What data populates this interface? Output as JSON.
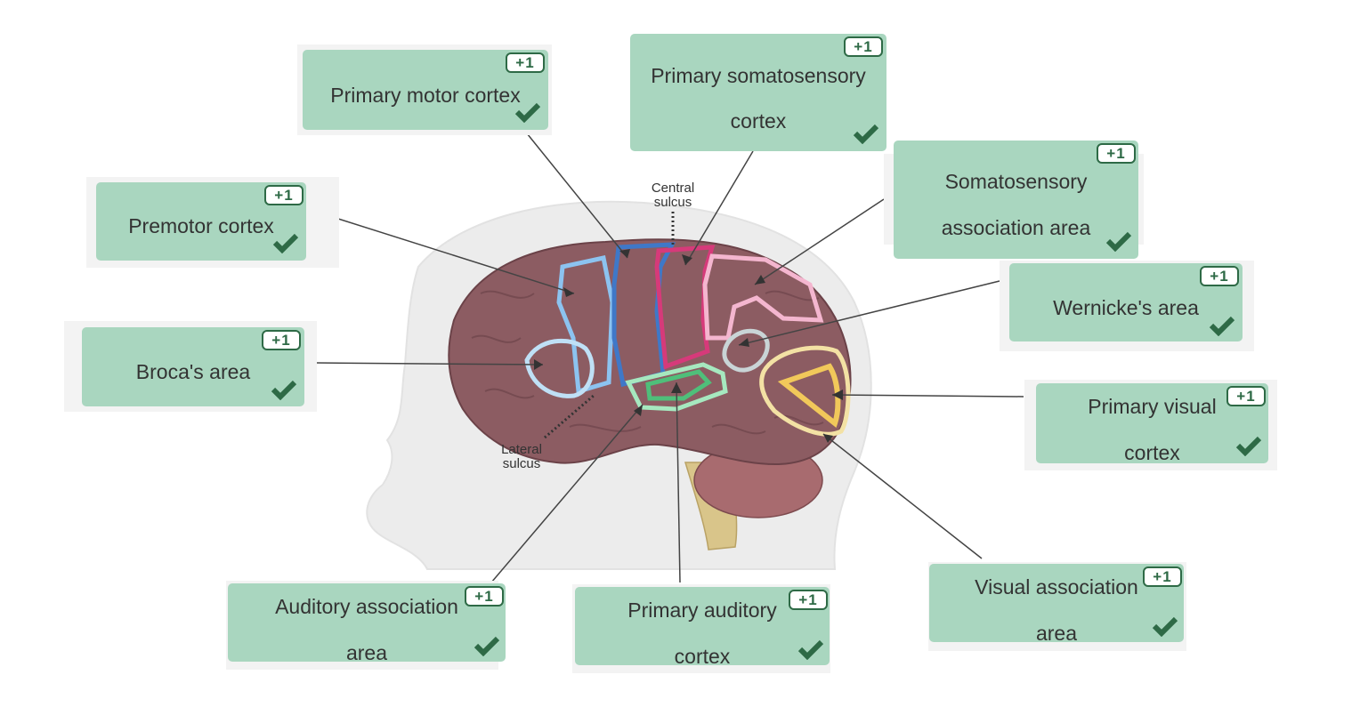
{
  "diagram": {
    "sulci": {
      "central": [
        "Central",
        "sulcus"
      ],
      "lateral": [
        "Lateral",
        "sulcus"
      ]
    },
    "labels": [
      {
        "id": "primary-motor-cortex",
        "lines": [
          "Primary motor cortex"
        ],
        "badge": "+1",
        "correct": true
      },
      {
        "id": "primary-somatosensory-cortex",
        "lines": [
          "Primary somatosensory",
          "cortex"
        ],
        "badge": "+1",
        "correct": true
      },
      {
        "id": "somatosensory-association-area",
        "lines": [
          "Somatosensory",
          "association area"
        ],
        "badge": "+1",
        "correct": true
      },
      {
        "id": "premotor-cortex",
        "lines": [
          "Premotor cortex"
        ],
        "badge": "+1",
        "correct": true
      },
      {
        "id": "wernickes-area",
        "lines": [
          "Wernicke's area"
        ],
        "badge": "+1",
        "correct": true
      },
      {
        "id": "brocas-area",
        "lines": [
          "Broca's area"
        ],
        "badge": "+1",
        "correct": true
      },
      {
        "id": "primary-visual-cortex",
        "lines": [
          "Primary visual",
          "cortex"
        ],
        "badge": "+1",
        "correct": true
      },
      {
        "id": "auditory-association-area",
        "lines": [
          "Auditory association",
          "area"
        ],
        "badge": "+1",
        "correct": true
      },
      {
        "id": "primary-auditory-cortex",
        "lines": [
          "Primary auditory",
          "cortex"
        ],
        "badge": "+1",
        "correct": true
      },
      {
        "id": "visual-association-area",
        "lines": [
          "Visual association",
          "area"
        ],
        "badge": "+1",
        "correct": true
      }
    ],
    "colors": {
      "box": "#a9d6bf",
      "badge": "#2e6a46",
      "check": "#2e6a46",
      "brain": "#8c5c62",
      "cerebellum": "#a86b6f",
      "brainstem": "#d9c58a",
      "head": "#e9e9e9",
      "premotor": "#8cc3f0",
      "motor": "#3f78c8",
      "somatosensory": "#d63a7a",
      "somato_assoc": "#f4b6cf",
      "wernicke": "#c9d4d6",
      "broca": "#bfe0f6",
      "visual_assoc": "#f3e1a4",
      "visual_primary": "#f1c85a",
      "auditory_assoc": "#a6e8bf",
      "auditory_primary": "#4fbf7a"
    }
  }
}
